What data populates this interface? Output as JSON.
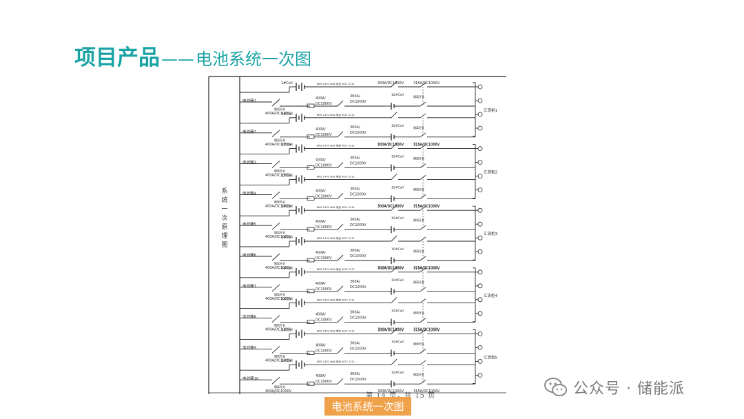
{
  "header": {
    "title_main": "项目产品",
    "title_dash": "——",
    "title_sub": "电池系统一次图"
  },
  "diagram": {
    "side_label": "系统一次原理图",
    "batteries": [
      "电池簇1",
      "电池簇2",
      "电池簇3",
      "电池簇4",
      "电池簇5",
      "电池簇6",
      "电池簇7",
      "电池簇8",
      "电池簇9",
      "电池簇10"
    ],
    "cabinets": [
      "汇流柜1",
      "汇流柜2",
      "汇流柜3",
      "汇流柜4",
      "汇流柜5"
    ],
    "labels": {
      "rating_400": "400A/DC1000V",
      "rating_400a": "400A/",
      "rating_dc1000": "DC1000V",
      "rating_300": "300A/",
      "rating_300_full": "300A/DC1000V",
      "rating_315": "315A/DC1000V",
      "cell_label": "1#Cell",
      "cell_group": "10#Cell",
      "isolator": "隔离开关"
    },
    "page_footer": "第 14 页，共 15 页"
  },
  "caption": "电池系统一次图",
  "watermark": "公众号 · 储能派"
}
